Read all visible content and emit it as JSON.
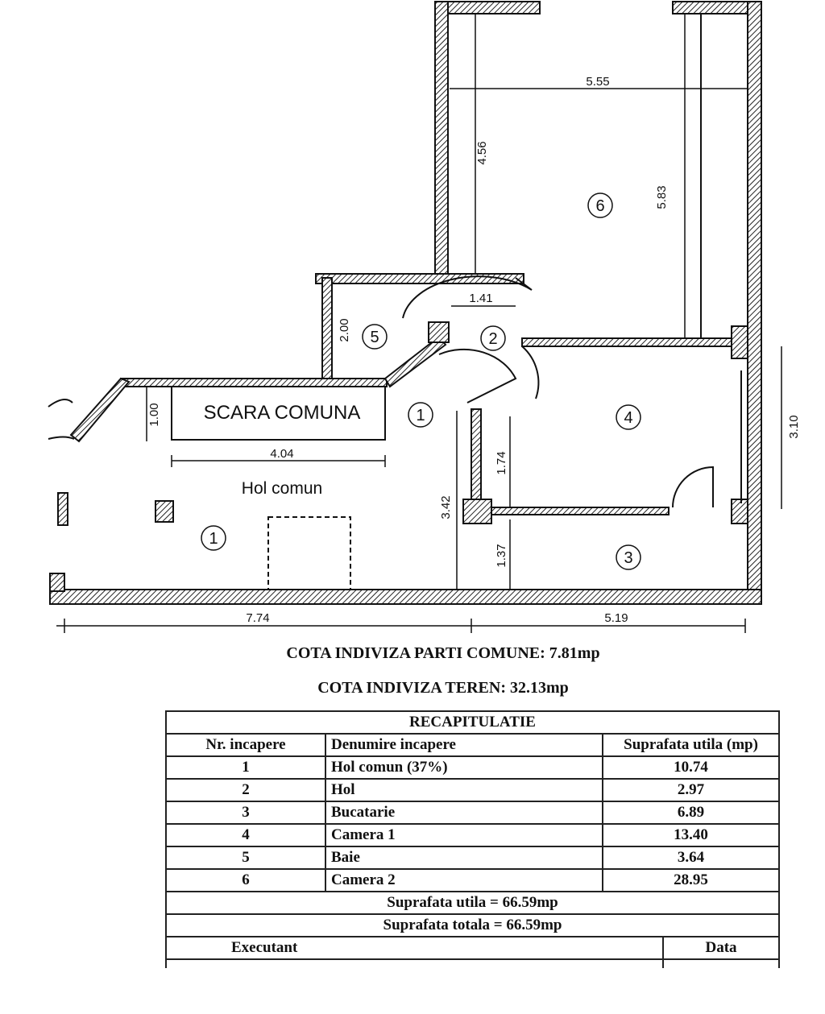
{
  "plan": {
    "dims": {
      "d555": "5.55",
      "d456": "4.56",
      "d583": "5.83",
      "d141": "1.41",
      "d200": "2.00",
      "d310": "3.10",
      "d100": "1.00",
      "d404": "4.04",
      "d342": "3.42",
      "d174": "1.74",
      "d137": "1.37",
      "d774": "7.74",
      "d519": "5.19"
    },
    "rooms": {
      "r1": "1",
      "r2": "2",
      "r3": "3",
      "r4": "4",
      "r5": "5",
      "r6": "6"
    },
    "stair_label": "SCARA COMUNA",
    "hall_label": "Hol comun"
  },
  "cota_parti_comune": "COTA INDIVIZA PARTI COMUNE: 7.81mp",
  "cota_teren": "COTA INDIVIZA TEREN: 32.13mp",
  "table": {
    "title": "RECAPITULATIE",
    "headers": [
      "Nr. incapere",
      "Denumire incapere",
      "Suprafata utila (mp)"
    ],
    "rows": [
      {
        "nr": "1",
        "name": "Hol comun (37%)",
        "area": "10.74"
      },
      {
        "nr": "2",
        "name": "Hol",
        "area": "2.97"
      },
      {
        "nr": "3",
        "name": "Bucatarie",
        "area": "6.89"
      },
      {
        "nr": "4",
        "name": "Camera 1",
        "area": "13.40"
      },
      {
        "nr": "5",
        "name": "Baie",
        "area": "3.64"
      },
      {
        "nr": "6",
        "name": "Camera 2",
        "area": "28.95"
      }
    ],
    "suprafata_utila": "Suprafata utila = 66.59mp",
    "suprafata_totala": "Suprafata totala = 66.59mp",
    "executant": "Executant",
    "data": "Data"
  }
}
